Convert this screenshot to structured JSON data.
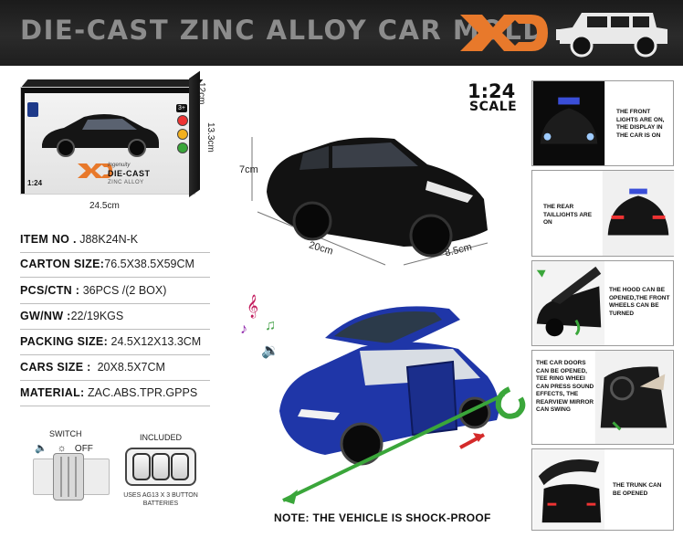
{
  "header": {
    "title": "DIE-CAST ZINC ALLOY CAR MOLD",
    "logo_text": "XD"
  },
  "package": {
    "brand": "Ingenuity",
    "die_cast": "DIE-CAST",
    "zinc_alloy": "ZINC ALLOY",
    "age": "3+",
    "scale": "1:24",
    "dim_height": "12cm",
    "dim_depth": "13.3cm",
    "dim_width": "24.5cm"
  },
  "car_dims": {
    "height": "7cm",
    "length": "20cm",
    "width": "8.5cm"
  },
  "specs": [
    {
      "label": "ITEM NO .",
      "value": "J88K24N-K"
    },
    {
      "label": "CARTON SIZE:",
      "value": "76.5X38.5X59CM"
    },
    {
      "label": "PCS/CTN :",
      "value": "36PCS /(2 BOX)"
    },
    {
      "label": "GW/NW :",
      "value": "22/19KGS"
    },
    {
      "label": "PACKING SIZE:",
      "value": "24.5X12X13.3CM"
    },
    {
      "label": "CARS SIZE :",
      "value": "20X8.5X7CM"
    },
    {
      "label": "MATERIAL:",
      "value": "ZAC.ABS.TPR.GPPS"
    }
  ],
  "switch": {
    "label": "SWITCH",
    "off_label": "OFF"
  },
  "battery": {
    "label": "INCLUDED",
    "note": "USES AG13 X 3 BUTTON BATTERIES"
  },
  "scale": {
    "ratio": "1:24",
    "word": "SCALE"
  },
  "features": [
    {
      "text": "THE FRONT LIGHTS ARE ON, THE DISPLAY IN THE CAR IS ON"
    },
    {
      "text": "THE REAR TAILLIGHTS ARE ON"
    },
    {
      "text": "THE HOOD CAN BE OPENED,THE FRONT WHEELS CAN BE TURNED"
    },
    {
      "text": "THE CAR DOORS CAN BE OPENED, TEE RING WHEEI CAN PRESS SOUND EFFECTS, THE REARVIEW MIRROR CAN SWING"
    },
    {
      "text": "THE TRUNK CAN BE OPENED"
    }
  ],
  "note": "NOTE: THE VEHICLE IS SHOCK-PROOF",
  "colors": {
    "header_bg": "#222222",
    "logo_orange": "#e8792b",
    "car_black": "#121212",
    "car_blue": "#1f36a8",
    "arrow_green": "#3aa63a",
    "arrow_red": "#d42a2a"
  }
}
